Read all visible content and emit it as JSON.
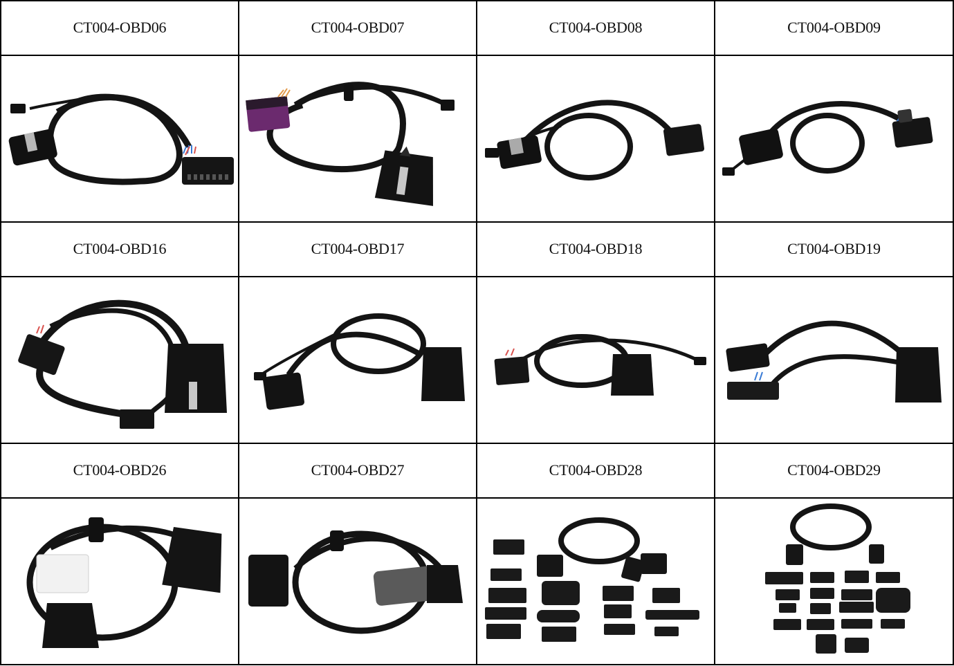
{
  "table": {
    "columns": 4,
    "rows": [
      {
        "labels": [
          "CT004-OBD06",
          "CT004-OBD07",
          "CT004-OBD08",
          "CT004-OBD09"
        ],
        "images": [
          {
            "icon": "obd-y-cable-image",
            "desc": "OBD Y-cable: male connector with metal clip, female 16-pin connector, small 4-pin plug"
          },
          {
            "icon": "obd-y-cable-image",
            "desc": "OBD Y-cable: purple female connector, large male connector, small 4-pin plug"
          },
          {
            "icon": "obd-y-cable-image",
            "desc": "OBD Y-cable: male connector, female connector, small plug"
          },
          {
            "icon": "obd-y-cable-image",
            "desc": "OBD Y-cable: male connector, female connector with bracket, small plug"
          }
        ]
      },
      {
        "labels": [
          "CT004-OBD16",
          "CT004-OBD17",
          "CT004-OBD18",
          "CT004-OBD19"
        ],
        "images": [
          {
            "icon": "obd-y-cable-image",
            "desc": "OBD Y-cable: large male connector, female connector, multi-pin plug"
          },
          {
            "icon": "obd-y-cable-image",
            "desc": "OBD Y-cable: male connector, female connector, small plug"
          },
          {
            "icon": "obd-y-cable-image",
            "desc": "OBD Y-cable: male connector, female connector, small plug"
          },
          {
            "icon": "obd-y-cable-image",
            "desc": "OBD Y-cable: male connector, two female connectors with bracket"
          }
        ]
      },
      {
        "labels": [
          "CT004-OBD26",
          "CT004-OBD27",
          "CT004-OBD28",
          "CT004-OBD29"
        ],
        "images": [
          {
            "icon": "obd-y-cable-image",
            "desc": "OBD Y-cable: white connector, right-angle male connector, female connector"
          },
          {
            "icon": "obd-y-cable-image",
            "desc": "OBD Y-cable: right-angle male connector, grey female connector"
          },
          {
            "icon": "obd-cable-kit-image",
            "desc": "OBD cable kit with assorted mounting brackets"
          },
          {
            "icon": "obd-cable-kit-image",
            "desc": "OBD cable kit with assorted mounting brackets"
          }
        ]
      }
    ]
  },
  "colors": {
    "border": "#000000",
    "cable": "#141414",
    "accent_purple": "#6b2a6e",
    "accent_white": "#f2f2f2",
    "accent_grey": "#5a5a5a"
  }
}
